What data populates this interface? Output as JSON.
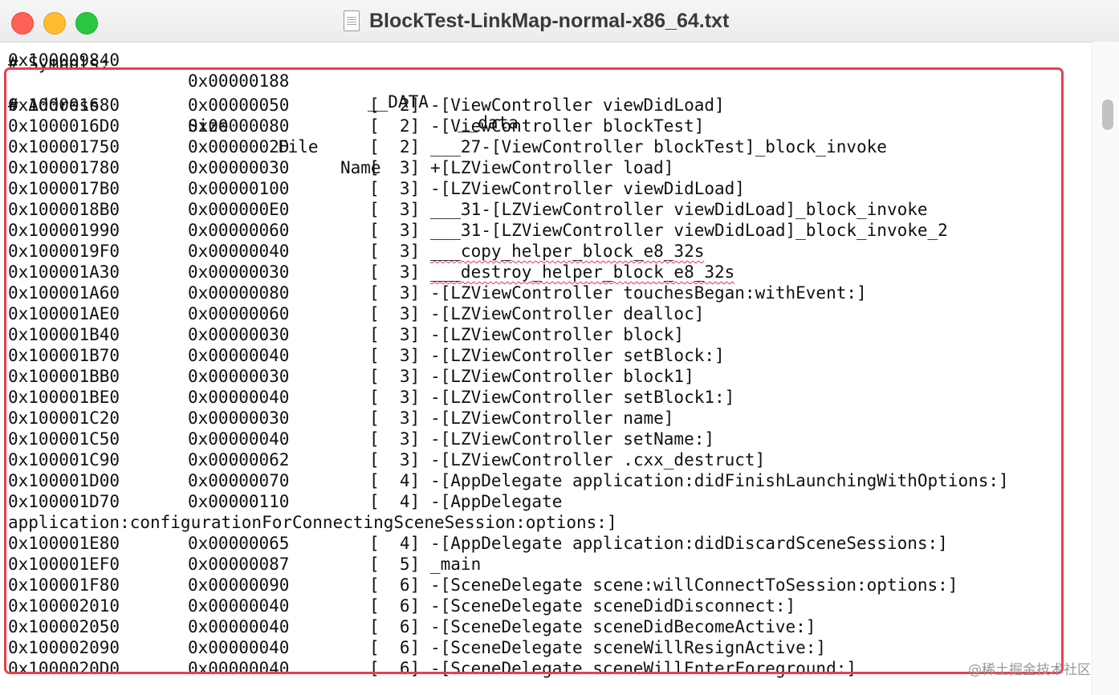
{
  "window": {
    "title": "BlockTest-LinkMap-normal-x86_64.txt",
    "file_icon": "text-document-icon"
  },
  "text": {
    "partial_top_line": {
      "address": "0x100009840",
      "size": "0x00000188",
      "segment": "__DATA",
      "section": "__data"
    },
    "section_header": "# Symbols:",
    "columns": {
      "address": "# Address",
      "size": "Size",
      "file": "File",
      "name": "Name"
    },
    "rows": [
      {
        "address": "0x100001680",
        "size": "0x00000050",
        "file": "[  2]",
        "name": "-[ViewController viewDidLoad]"
      },
      {
        "address": "0x1000016D0",
        "size": "0x00000080",
        "file": "[  2]",
        "name": "-[ViewController blockTest]"
      },
      {
        "address": "0x100001750",
        "size": "0x0000002D",
        "file": "[  2]",
        "name": "___27-[ViewController blockTest]_block_invoke"
      },
      {
        "address": "0x100001780",
        "size": "0x00000030",
        "file": "[  3]",
        "name": "+[LZViewController load]"
      },
      {
        "address": "0x1000017B0",
        "size": "0x00000100",
        "file": "[  3]",
        "name": "-[LZViewController viewDidLoad]"
      },
      {
        "address": "0x1000018B0",
        "size": "0x000000E0",
        "file": "[  3]",
        "name": "___31-[LZViewController viewDidLoad]_block_invoke"
      },
      {
        "address": "0x100001990",
        "size": "0x00000060",
        "file": "[  3]",
        "name": "___31-[LZViewController viewDidLoad]_block_invoke_2"
      },
      {
        "address": "0x1000019F0",
        "size": "0x00000040",
        "file": "[  3]",
        "name": "___copy_helper_block_e8_32s"
      },
      {
        "address": "0x100001A30",
        "size": "0x00000030",
        "file": "[  3]",
        "name": "___destroy_helper_block_e8_32s"
      },
      {
        "address": "0x100001A60",
        "size": "0x00000080",
        "file": "[  3]",
        "name": "-[LZViewController touchesBegan:withEvent:]"
      },
      {
        "address": "0x100001AE0",
        "size": "0x00000060",
        "file": "[  3]",
        "name": "-[LZViewController dealloc]"
      },
      {
        "address": "0x100001B40",
        "size": "0x00000030",
        "file": "[  3]",
        "name": "-[LZViewController block]"
      },
      {
        "address": "0x100001B70",
        "size": "0x00000040",
        "file": "[  3]",
        "name": "-[LZViewController setBlock:]"
      },
      {
        "address": "0x100001BB0",
        "size": "0x00000030",
        "file": "[  3]",
        "name": "-[LZViewController block1]"
      },
      {
        "address": "0x100001BE0",
        "size": "0x00000040",
        "file": "[  3]",
        "name": "-[LZViewController setBlock1:]"
      },
      {
        "address": "0x100001C20",
        "size": "0x00000030",
        "file": "[  3]",
        "name": "-[LZViewController name]"
      },
      {
        "address": "0x100001C50",
        "size": "0x00000040",
        "file": "[  3]",
        "name": "-[LZViewController setName:]"
      },
      {
        "address": "0x100001C90",
        "size": "0x00000062",
        "file": "[  3]",
        "name": "-[LZViewController .cxx_destruct]"
      },
      {
        "address": "0x100001D00",
        "size": "0x00000070",
        "file": "[  4]",
        "name": "-[AppDelegate application:didFinishLaunchingWithOptions:]"
      },
      {
        "address": "0x100001D70",
        "size": "0x00000110",
        "file": "[  4]",
        "name": "-[AppDelegate"
      },
      {
        "wrap": "application:configurationForConnectingSceneSession:options:]"
      },
      {
        "address": "0x100001E80",
        "size": "0x00000065",
        "file": "[  4]",
        "name": "-[AppDelegate application:didDiscardSceneSessions:]"
      },
      {
        "address": "0x100001EF0",
        "size": "0x00000087",
        "file": "[  5]",
        "name": "_main"
      },
      {
        "address": "0x100001F80",
        "size": "0x00000090",
        "file": "[  6]",
        "name": "-[SceneDelegate scene:willConnectToSession:options:]"
      },
      {
        "address": "0x100002010",
        "size": "0x00000040",
        "file": "[  6]",
        "name": "-[SceneDelegate sceneDidDisconnect:]"
      },
      {
        "address": "0x100002050",
        "size": "0x00000040",
        "file": "[  6]",
        "name": "-[SceneDelegate sceneDidBecomeActive:]"
      },
      {
        "address": "0x100002090",
        "size": "0x00000040",
        "file": "[  6]",
        "name": "-[SceneDelegate sceneWillResignActive:]"
      },
      {
        "address": "0x1000020D0",
        "size": "0x00000040",
        "file": "[  6]",
        "name": "-[SceneDelegate sceneWillEnterForeground:]"
      }
    ]
  },
  "watermark": "@稀土掘金技术社区",
  "colors": {
    "highlight_border": "#e8404e",
    "spellcheck_underline": "#e0384a"
  }
}
